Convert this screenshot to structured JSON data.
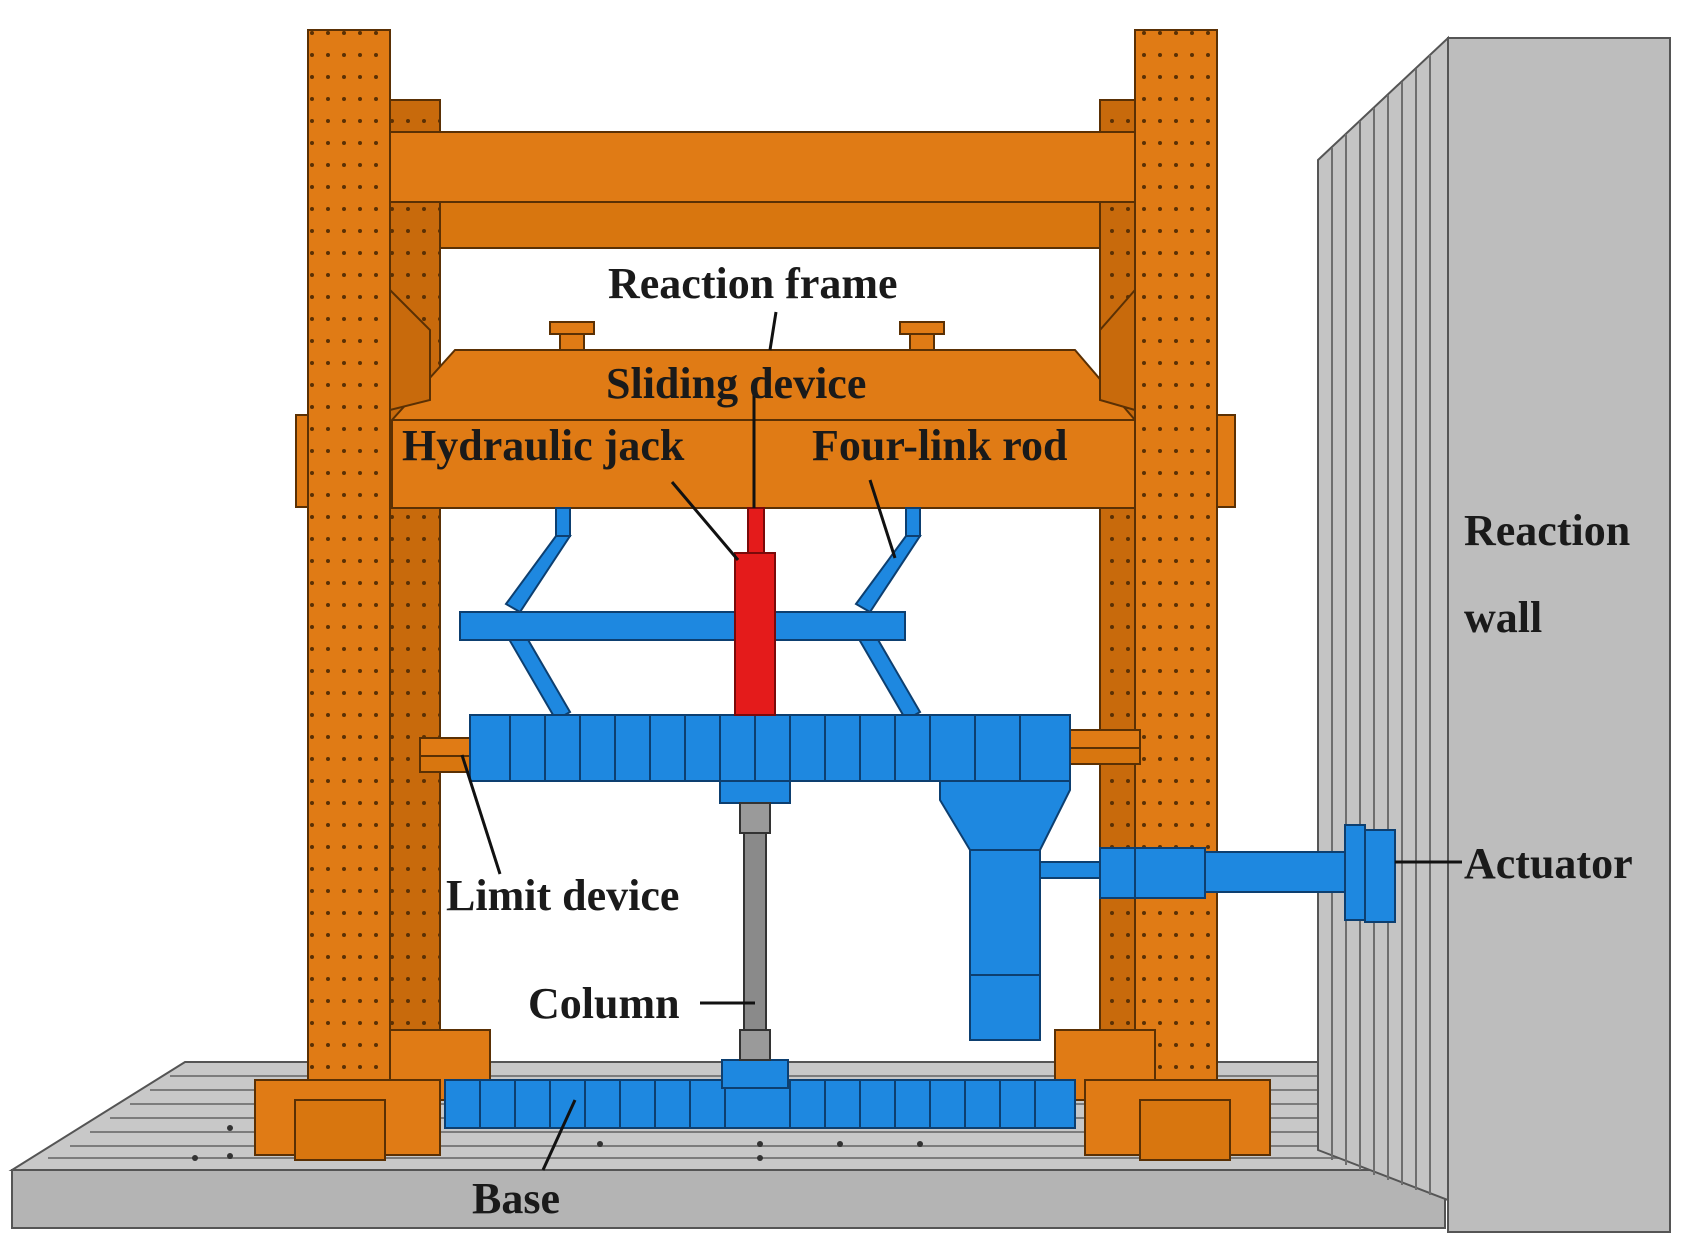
{
  "labels": {
    "reaction_frame": "Reaction frame",
    "sliding_device": "Sliding device",
    "hydraulic_jack": "Hydraulic jack",
    "four_link_rod": "Four-link rod",
    "reaction_wall_line1": "Reaction",
    "reaction_wall_line2": "wall",
    "actuator": "Actuator",
    "limit_device": "Limit device",
    "column": "Column",
    "base": "Base"
  },
  "colors": {
    "frame_orange": "#E07B15",
    "frame_orange_dark": "#A95A08",
    "specimen_blue": "#1E88E0",
    "specimen_blue_dark": "#0F5FA8",
    "jack_red": "#E41B1B",
    "wall_gray": "#BDBDBD",
    "wall_gray_dark": "#8E8E8E",
    "floor_gray": "#C8C8C8",
    "column_gray": "#8A8A8A"
  }
}
